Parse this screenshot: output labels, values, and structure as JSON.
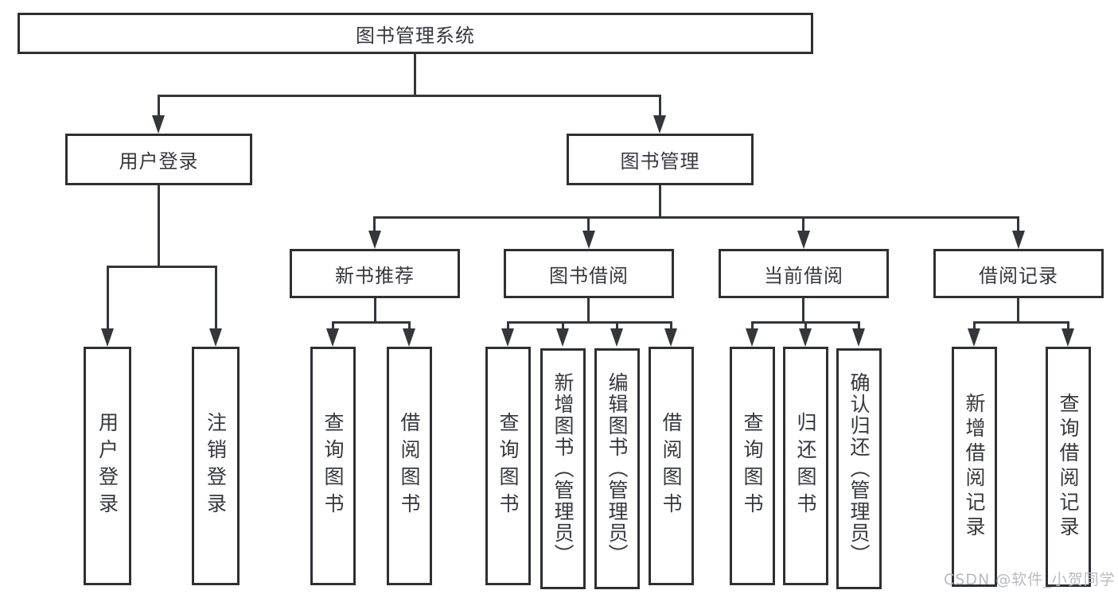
{
  "diagram": {
    "type": "hierarchy-tree",
    "title": "图书管理系统",
    "watermark": "CSDN @软件_小贺同学",
    "colors": {
      "background": "#ffffff",
      "box_border": "#2d2f33",
      "connector_line": "#33363b",
      "text": "#35383f",
      "watermark_text": "#b7bbc4"
    },
    "tree": {
      "label": "图书管理系统",
      "children": [
        {
          "label": "用户登录",
          "children": [
            {
              "label": "用户登录"
            },
            {
              "label": "注销登录"
            }
          ]
        },
        {
          "label": "图书管理",
          "children": [
            {
              "label": "新书推荐",
              "children": [
                {
                  "label": "查询图书"
                },
                {
                  "label": "借阅图书"
                }
              ]
            },
            {
              "label": "图书借阅",
              "children": [
                {
                  "label": "查询图书"
                },
                {
                  "label": "新增图书（管理员）"
                },
                {
                  "label": "编辑图书（管理员）"
                },
                {
                  "label": "借阅图书"
                }
              ]
            },
            {
              "label": "当前借阅",
              "children": [
                {
                  "label": "查询图书"
                },
                {
                  "label": "归还图书"
                },
                {
                  "label": "确认归还（管理员）"
                }
              ]
            },
            {
              "label": "借阅记录",
              "children": [
                {
                  "label": "新增借阅记录"
                },
                {
                  "label": "查询借阅记录"
                }
              ]
            }
          ]
        }
      ]
    }
  }
}
